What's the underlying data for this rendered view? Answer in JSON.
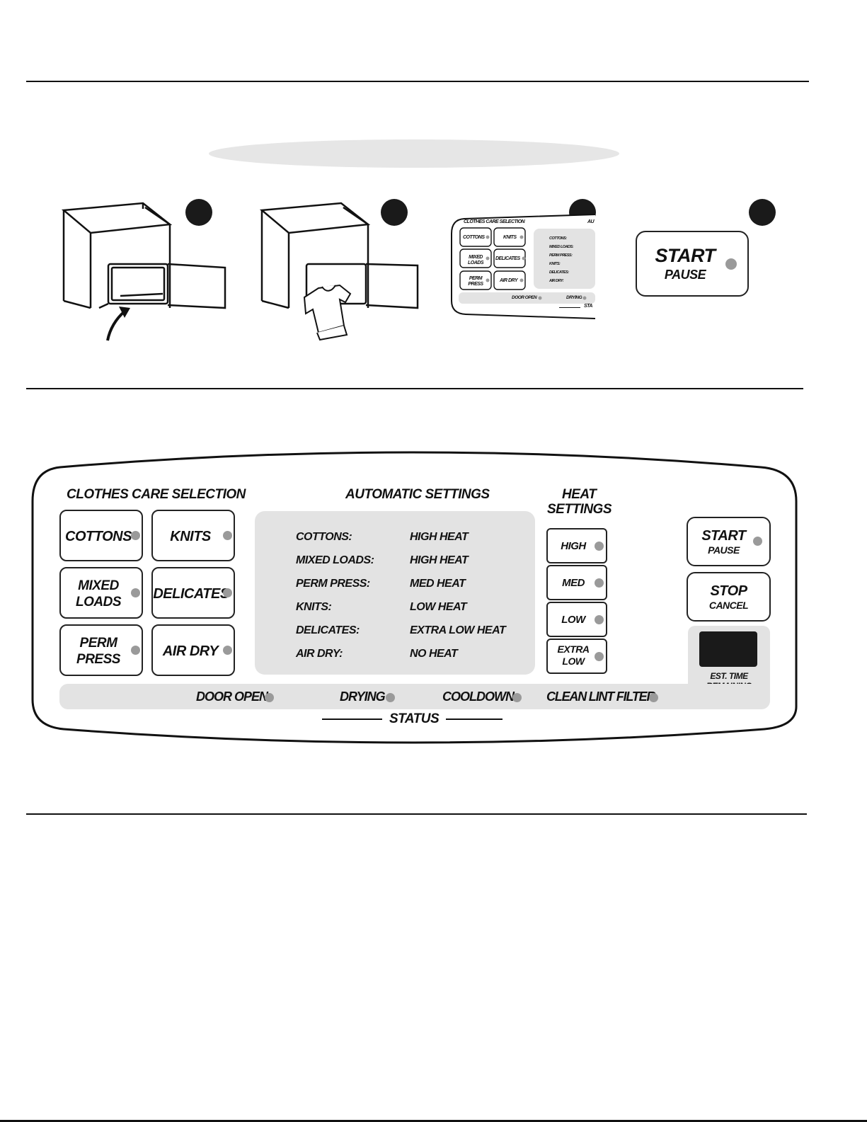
{
  "steps": {
    "step3_thumb": {
      "title": "CLOTHES CARE SELECTION",
      "auto_partial": "AUTO",
      "buttons": [
        "COTTONS",
        "KNITS",
        "MIXED LOADS",
        "DELICATES",
        "PERM PRESS",
        "AIR DRY"
      ],
      "settings": [
        "COTTONS:",
        "MIXED LOADS:",
        "PERM PRESS:",
        "KNITS:",
        "DELICATES:",
        "AIR DRY:"
      ],
      "status": [
        "DOOR OPEN",
        "DRYING"
      ],
      "status_label_partial": "STA"
    },
    "step4_button": {
      "line1": "START",
      "line2": "PAUSE"
    }
  },
  "panel": {
    "clothes_care_title": "CLOTHES CARE SELECTION",
    "cycles": {
      "cottons": "COTTONS",
      "knits": "KNITS",
      "mixed_loads": [
        "MIXED",
        "LOADS"
      ],
      "delicates": "DELICATES",
      "perm_press": [
        "PERM",
        "PRESS"
      ],
      "air_dry": "AIR DRY"
    },
    "automatic_settings_title": "AUTOMATIC SETTINGS",
    "automatic_settings": [
      {
        "cycle": "COTTONS:",
        "heat": "HIGH HEAT"
      },
      {
        "cycle": "MIXED LOADS:",
        "heat": "HIGH HEAT"
      },
      {
        "cycle": "PERM PRESS:",
        "heat": "MED HEAT"
      },
      {
        "cycle": "KNITS:",
        "heat": "LOW HEAT"
      },
      {
        "cycle": "DELICATES:",
        "heat": "EXTRA LOW HEAT"
      },
      {
        "cycle": "AIR DRY:",
        "heat": "NO HEAT"
      }
    ],
    "heat_settings_title": [
      "HEAT",
      "SETTINGS"
    ],
    "heat": {
      "high": "HIGH",
      "med": "MED",
      "low": "LOW",
      "extra_low": [
        "EXTRA",
        "LOW"
      ]
    },
    "start": {
      "line1": "START",
      "line2": "PAUSE"
    },
    "stop": {
      "line1": "STOP",
      "line2": "CANCEL"
    },
    "time_label": [
      "EST. TIME",
      "REMAINING"
    ],
    "status": {
      "door_open": "DOOR OPEN",
      "drying": "DRYING",
      "cooldown": "COOLDOWN",
      "clean_lint_filter": "CLEAN LINT FILTER",
      "label": "STATUS"
    }
  }
}
